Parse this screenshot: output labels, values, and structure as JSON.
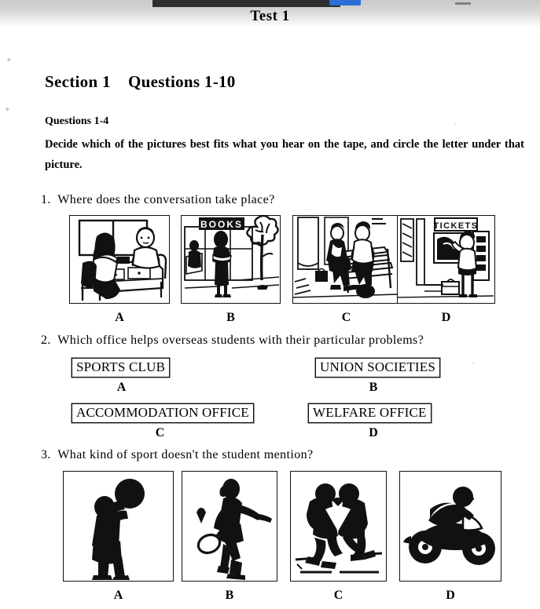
{
  "chrome": {
    "accent_color": "#2b6fd6",
    "bar_color": "#2e2e2e"
  },
  "header": {
    "title": "Test 1"
  },
  "section": {
    "heading": "Section 1    Questions 1-10",
    "questions_range": "Questions 1-4",
    "instruction": "Decide which of the pictures best fits what you hear on the tape, and circle the letter under that picture."
  },
  "questions": [
    {
      "number": "1.",
      "text": "1.  Where does the conversation take place?",
      "type": "pictures",
      "choices": [
        {
          "letter": "A",
          "image": "office-desk-interview-picture"
        },
        {
          "letter": "B",
          "image": "bookshop-street-picture"
        },
        {
          "letter": "C",
          "image": "park-bench-picture"
        },
        {
          "letter": "D",
          "image": "ticket-counter-picture"
        }
      ]
    },
    {
      "number": "2.",
      "text": "2.  Which office helps overseas students with their particular problems?",
      "type": "text-boxes",
      "choices": [
        {
          "letter": "A",
          "label": "SPORTS CLUB"
        },
        {
          "letter": "B",
          "label": "UNION SOCIETIES"
        },
        {
          "letter": "C",
          "label": "ACCOMMODATION OFFICE"
        },
        {
          "letter": "D",
          "label": "WELFARE OFFICE"
        }
      ]
    },
    {
      "number": "3.",
      "text": "3.  What kind of sport doesn't the student mention?",
      "type": "pictures",
      "choices": [
        {
          "letter": "A",
          "image": "basketball-silhouette"
        },
        {
          "letter": "B",
          "image": "badminton-silhouette"
        },
        {
          "letter": "C",
          "image": "wrestling-silhouette"
        },
        {
          "letter": "D",
          "image": "motorcycle-racing-silhouette"
        }
      ]
    }
  ],
  "picture_labels": {
    "bookshop_sign": "BOOKS",
    "ticket_sign": "TICKETS"
  }
}
